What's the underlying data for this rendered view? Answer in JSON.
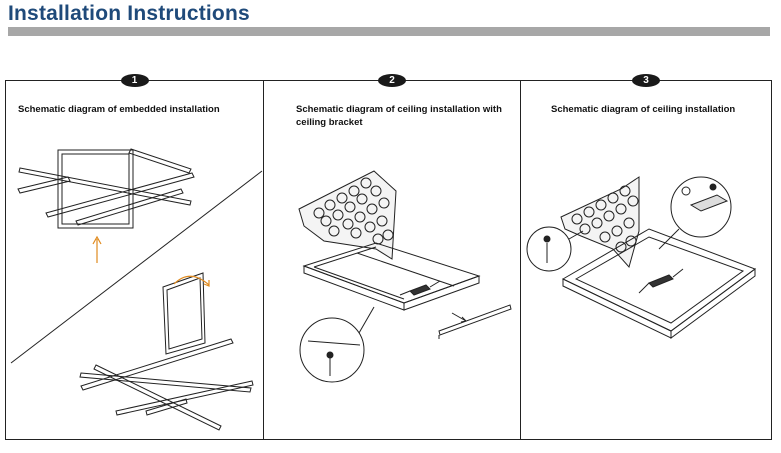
{
  "header": {
    "title": "Installation Instructions"
  },
  "panels": [
    {
      "number": "1",
      "caption": "Schematic diagram of embedded installation"
    },
    {
      "number": "2",
      "caption": "Schematic diagram of ceiling installation with ceiling bracket"
    },
    {
      "number": "3",
      "caption": "Schematic diagram of ceiling installation"
    }
  ],
  "colors": {
    "title": "#1f4a7a",
    "title_bar": "#a7a7a7",
    "arrow": "#e08a1e",
    "badge": "#1a1a1a"
  }
}
